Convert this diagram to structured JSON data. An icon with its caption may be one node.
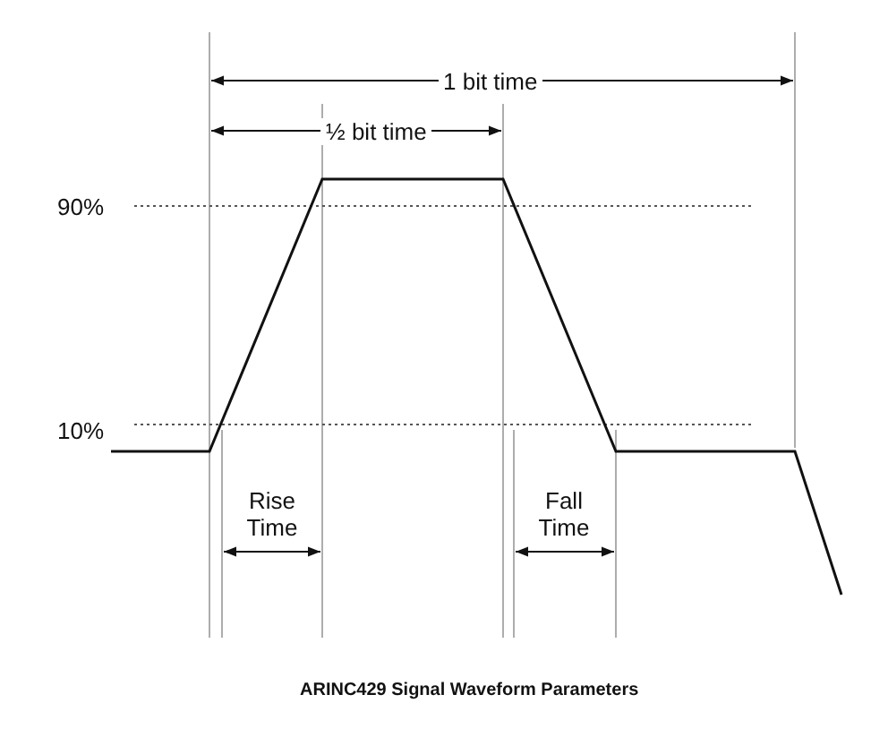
{
  "diagram": {
    "caption": "ARINC429 Signal Waveform Parameters",
    "labels": [
      "1 bit time",
      "½ bit time",
      "90%",
      "10%",
      "Rise Time",
      "Fall Time"
    ]
  }
}
